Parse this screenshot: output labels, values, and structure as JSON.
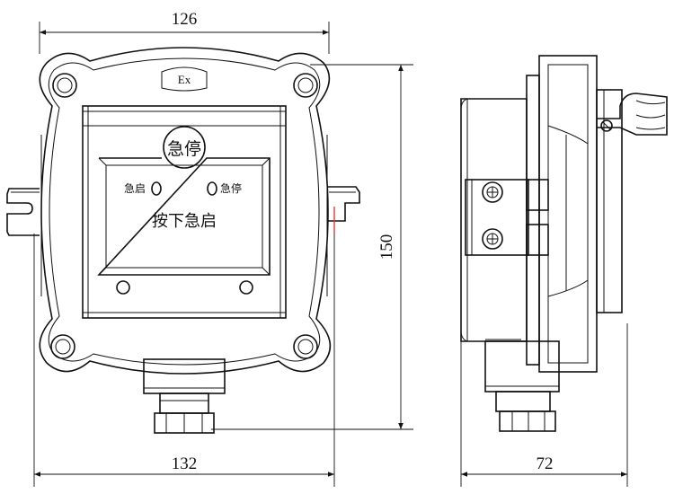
{
  "dimensions": {
    "top_width": "126",
    "bottom_width": "132",
    "height": "150",
    "depth": "72"
  },
  "front_view": {
    "ex_mark": "Ex",
    "stop_button_label": "急停",
    "indicator_left_label": "急启",
    "indicator_right_label": "急停",
    "instruction": "按下急启"
  },
  "line_color": "#111111",
  "accent_color": "#e53935"
}
